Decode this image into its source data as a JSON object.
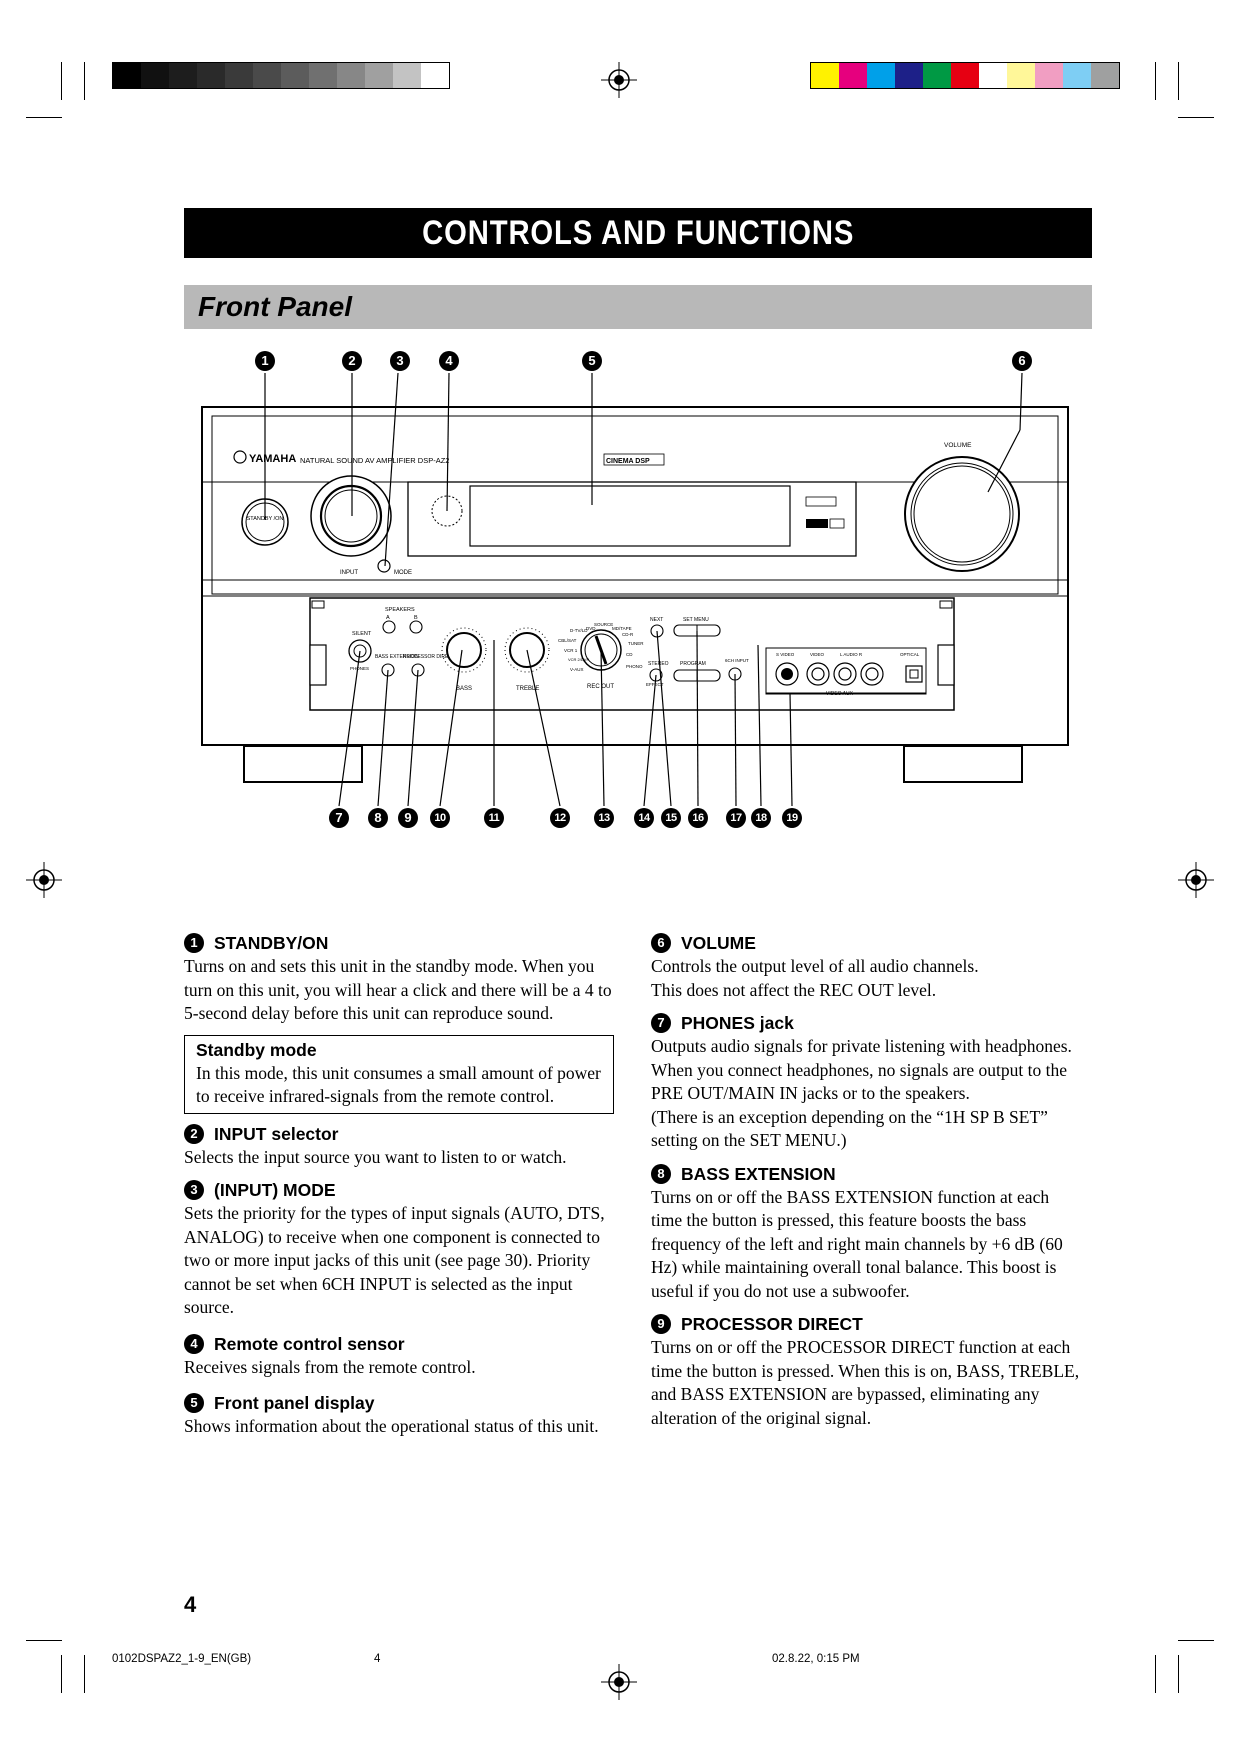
{
  "page": {
    "title": "CONTROLS AND FUNCTIONS",
    "section": "Front Panel",
    "page_number": "4"
  },
  "footer": {
    "file": "0102DSPAZ2_1-9_EN(GB)",
    "page": "4",
    "date": "02.8.22, 0:15 PM"
  },
  "figure": {
    "callouts_top": [
      "1",
      "2",
      "3",
      "4",
      "5",
      "6"
    ],
    "callouts_bottom": [
      "7",
      "8",
      "9",
      "10",
      "11",
      "12",
      "13",
      "14",
      "15",
      "16",
      "17",
      "18",
      "19"
    ],
    "labels": {
      "brand": "YAMAHA",
      "model": "NATURAL SOUND AV AMPLIFIER  DSP-AZ2",
      "cinema_dsp": "CINEMA DSP",
      "volume": "VOLUME",
      "standby": "STANDBY /ON",
      "input": "INPUT",
      "mode": "MODE",
      "speakers": "SPEAKERS",
      "spk_a": "A",
      "spk_b": "B",
      "silent": "SILENT",
      "phones": "PHONES",
      "bass_ext": "BASS EXTENSION",
      "proc_direct": "PROCESSOR DIRECT",
      "bass": "BASS",
      "treble": "TREBLE",
      "rec_out": "REC OUT",
      "source": "SOURCE",
      "next": "NEXT",
      "set_menu": "SET MENU",
      "stereo": "STEREO",
      "effect": "EFFECT",
      "program": "PROGRAM",
      "six_ch": "6CH INPUT",
      "s_video": "S VIDEO",
      "video": "VIDEO",
      "audio": "L  AUDIO  R",
      "optical": "OPTICAL",
      "video_aux": "VIDEO AUX",
      "sel_dtv": "D-TV/LD",
      "sel_cbl": "CBL/SAT",
      "sel_vcr1": "VCR 1",
      "sel_vcr2": "VCR 2/DVR",
      "sel_vaux": "V-AUX",
      "sel_dvd": "DVD",
      "sel_md": "MD/TAPE",
      "sel_cdr": "CD-R",
      "sel_tuner": "TUNER",
      "sel_cd": "CD",
      "sel_phono": "PHONO"
    }
  },
  "left_column": [
    {
      "num": "1",
      "heading": "STANDBY/ON",
      "text": "Turns on and sets this unit in the standby mode. When you turn on this unit, you will hear a click and there will be a 4 to 5-second delay before this unit can reproduce sound."
    },
    {
      "num": "2",
      "heading": "INPUT selector",
      "text": "Selects the input source you want to listen to or watch."
    },
    {
      "num": "3",
      "heading": "(INPUT) MODE",
      "text": "Sets the priority for the types of input signals (AUTO, DTS, ANALOG) to receive when one component is connected to two or more input jacks of this unit (see page 30). Priority cannot be set when 6CH INPUT is selected as the input source."
    },
    {
      "num": "4",
      "heading": "Remote control sensor",
      "text": "Receives signals from the remote control."
    },
    {
      "num": "5",
      "heading": "Front panel display",
      "text": "Shows information about the operational status of this unit."
    }
  ],
  "standby_note": {
    "heading": "Standby mode",
    "text": "In this mode, this unit consumes a small amount of power to receive infrared-signals from the remote control."
  },
  "right_column": [
    {
      "num": "6",
      "heading": "VOLUME",
      "text": "Controls the output level of all audio channels.\nThis does not affect the REC OUT level."
    },
    {
      "num": "7",
      "heading": "PHONES jack",
      "text": "Outputs audio signals for private listening with headphones. When you connect headphones, no signals are output to the PRE OUT/MAIN IN jacks or to the speakers.\n(There is an exception depending on the “1H SP B SET” setting on the SET MENU.)"
    },
    {
      "num": "8",
      "heading": "BASS EXTENSION",
      "text": "Turns on or off the BASS EXTENSION function at each time the button is pressed, this feature boosts the bass frequency of the left and right main channels by +6 dB (60 Hz) while maintaining overall tonal balance. This boost is useful if you do not use a subwoofer."
    },
    {
      "num": "9",
      "heading": "PROCESSOR DIRECT",
      "text": "Turns on or off the PROCESSOR DIRECT function at each time the button is pressed. When this is on, BASS, TREBLE, and BASS EXTENSION are bypassed, eliminating any alteration of the original signal."
    }
  ]
}
